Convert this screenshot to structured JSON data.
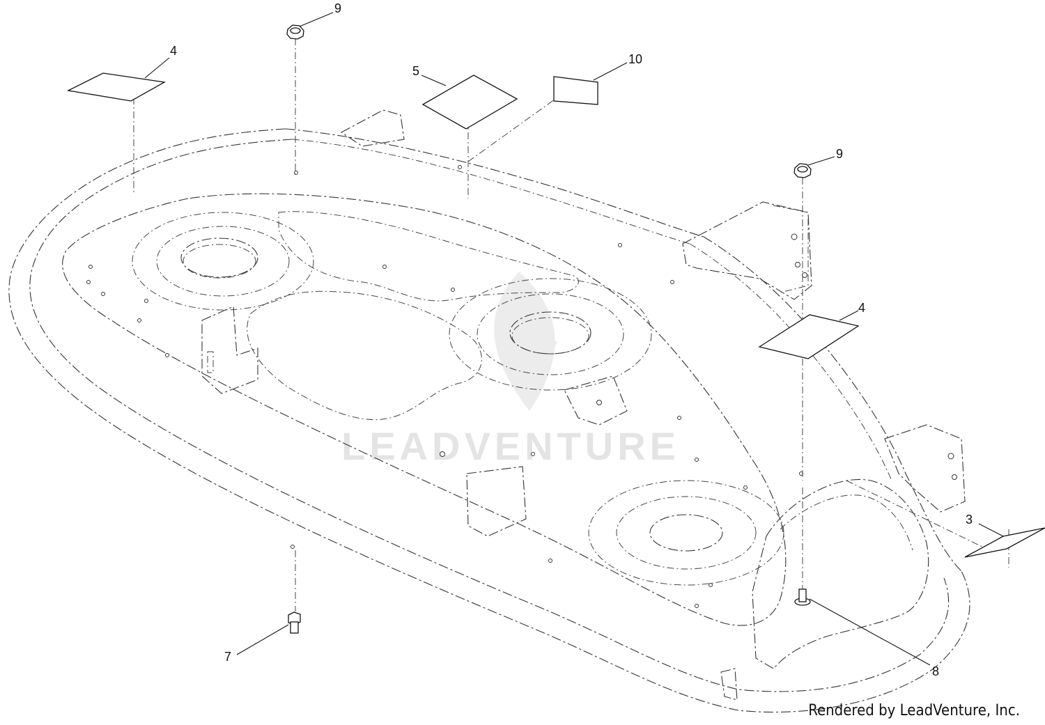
{
  "callouts": {
    "c4a": "4",
    "c9a": "9",
    "c5": "5",
    "c10": "10",
    "c9b": "9",
    "c4b": "4",
    "c3": "3",
    "c7": "7",
    "c8": "8"
  },
  "watermark": "LEADVENTURE",
  "credit": "Rendered by LeadVenture, Inc."
}
